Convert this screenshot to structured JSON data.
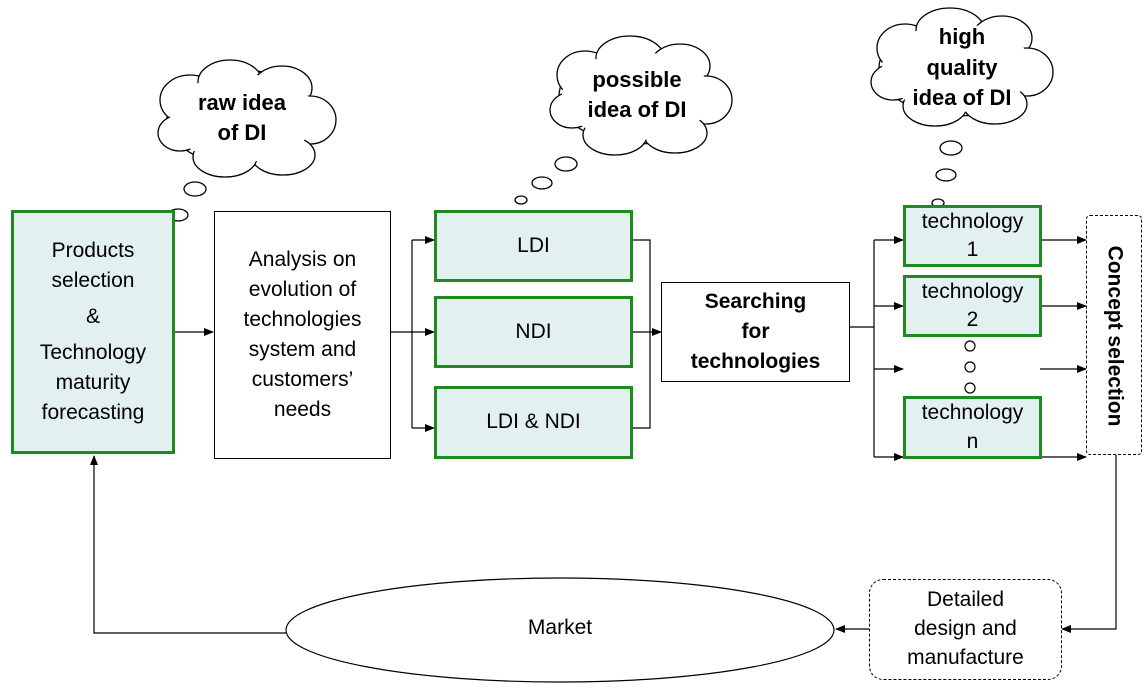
{
  "boxes": {
    "products": {
      "lines": [
        "Products",
        "selection",
        "&",
        "Technology",
        "maturity",
        "forecasting"
      ]
    },
    "analysis": {
      "lines": [
        "Analysis on",
        "evolution of",
        "technologies",
        "system and",
        "customers’",
        "needs"
      ]
    },
    "ldi": {
      "label": "LDI"
    },
    "ndi": {
      "label": "NDI"
    },
    "ldi_ndi": {
      "label": "LDI & NDI"
    },
    "searching": {
      "lines": [
        "Searching",
        "for",
        "technologies"
      ]
    },
    "tech1": {
      "lines": [
        "technology",
        "1"
      ]
    },
    "tech2": {
      "lines": [
        "technology",
        "2"
      ]
    },
    "techn": {
      "lines": [
        "technology",
        "n"
      ]
    },
    "concept": {
      "label": "Concept selection"
    },
    "detailed": {
      "lines": [
        "Detailed",
        "design and",
        "manufacture"
      ]
    }
  },
  "market": {
    "label": "Market"
  },
  "clouds": {
    "raw": {
      "lines": [
        "raw idea",
        "of DI"
      ]
    },
    "possible": {
      "lines": [
        "possible",
        "idea of DI"
      ]
    },
    "high": {
      "lines": [
        "high",
        "quality",
        "idea of DI"
      ]
    }
  },
  "colors": {
    "green_border": "#1f8a1f",
    "green_fill": "#e2f0ef",
    "line": "#000000"
  }
}
